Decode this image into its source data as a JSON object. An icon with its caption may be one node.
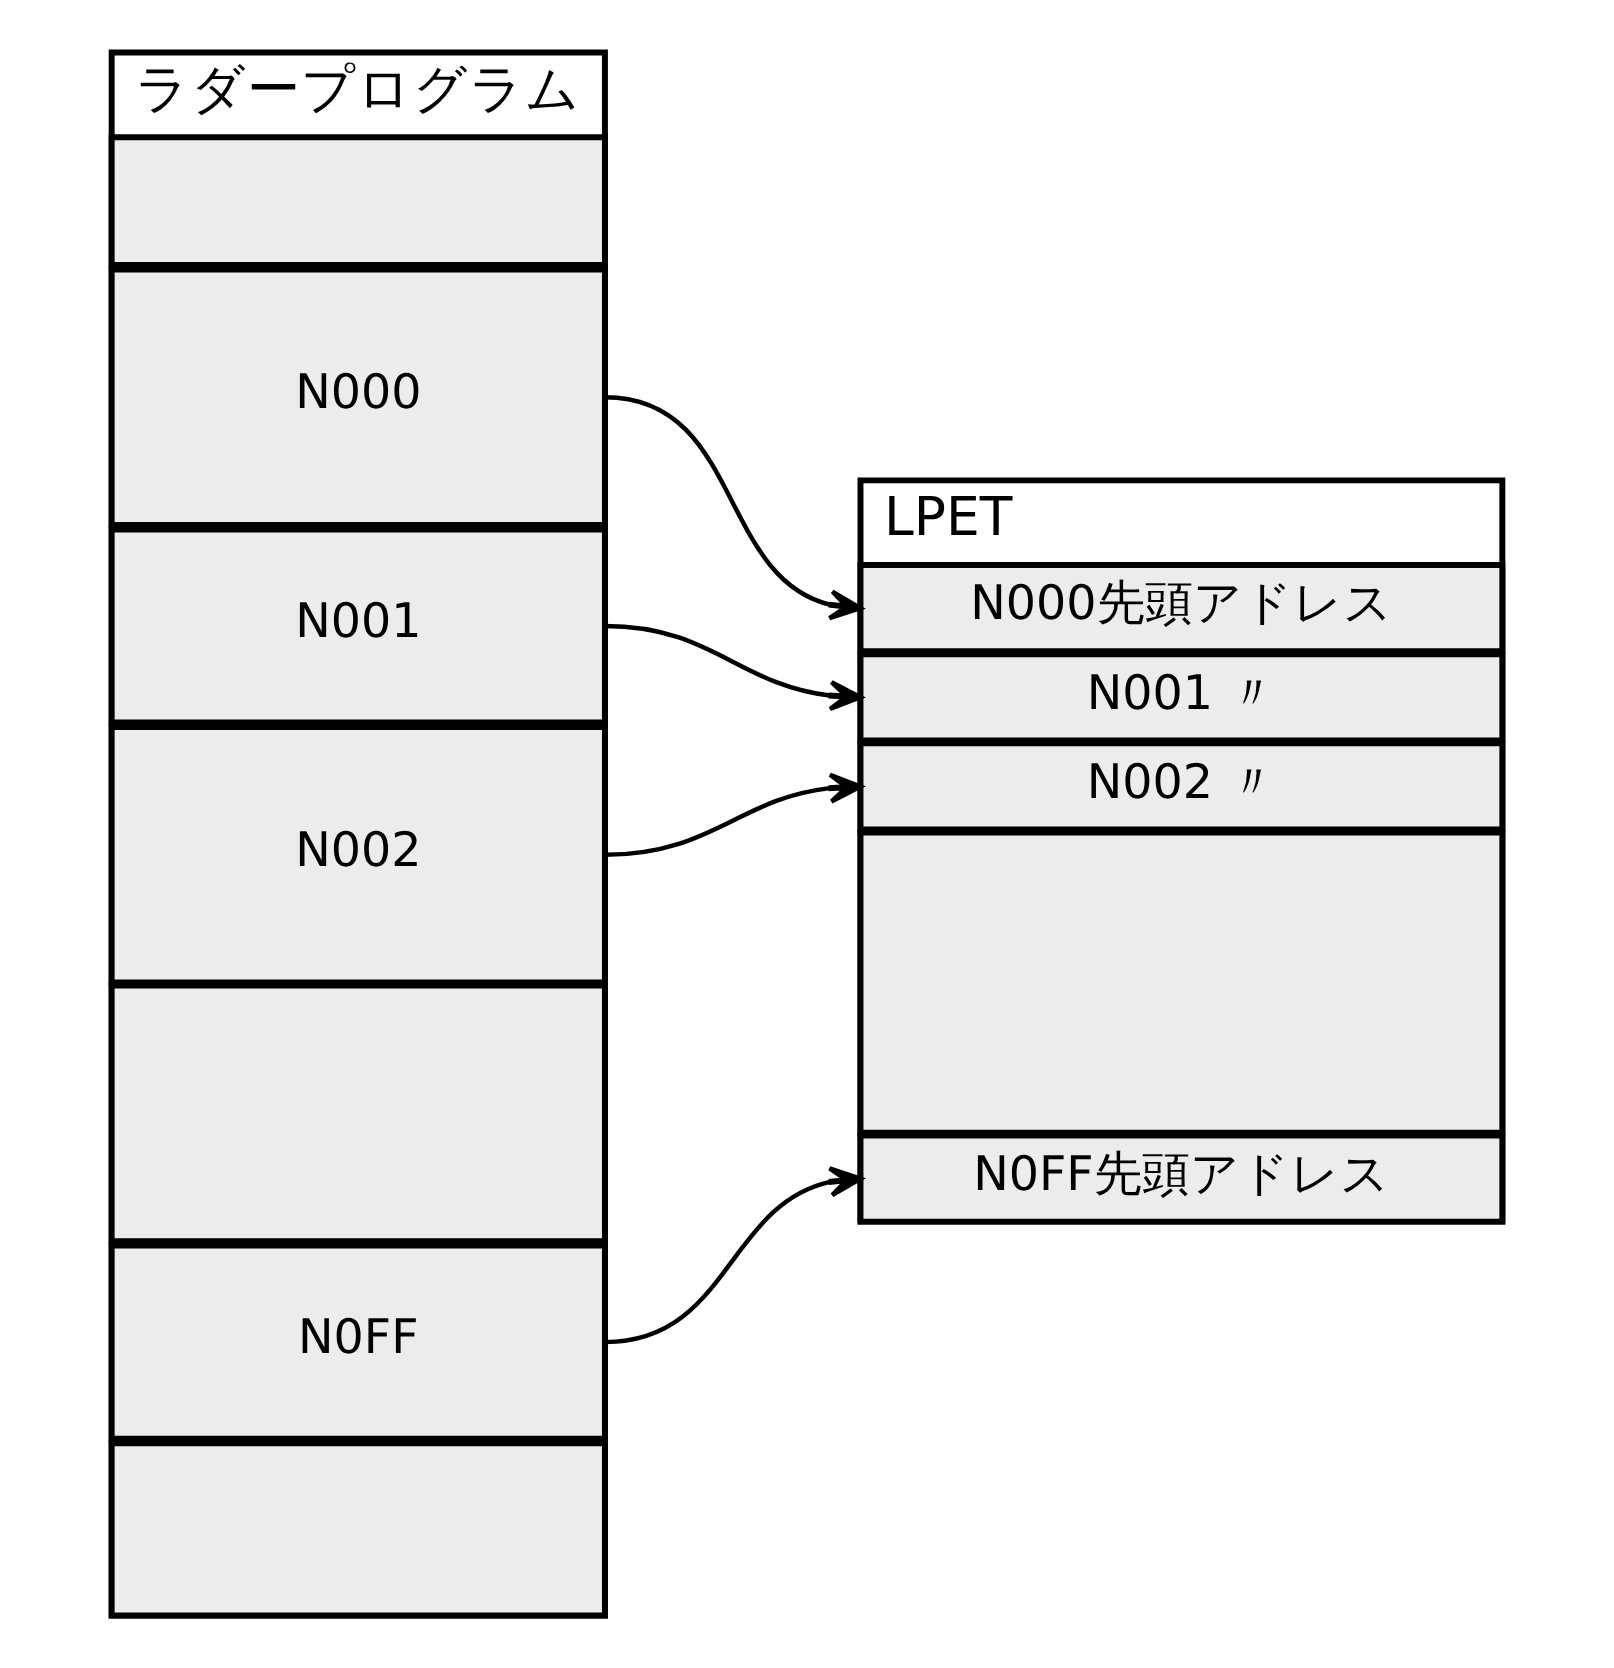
{
  "diagram": {
    "nodes": [
      {
        "text": [
          "ラダープログラム"
        ]
      },
      {
        "text": [],
        "shape": "box",
        "in": 0
      },
      {
        "text": [
          "N000"
        ],
        "in": 0
      },
      {
        "text": [
          "N001"
        ],
        "in": 0
      },
      {
        "text": [
          "N002"
        ],
        "in": 0
      },
      {
        "text": [],
        "shape": "box",
        "in": 0
      },
      {
        "text": [
          "N0FF"
        ],
        "in": 0
      },
      {
        "text": [],
        "shape": "box",
        "in": 0
      },
      {
        "text": [
          "LPET"
        ]
      },
      {
        "text": [
          "N000先頭アドレス"
        ],
        "in": 8
      },
      {
        "text": [
          "N001 〃"
        ],
        "in": 8
      },
      {
        "text": [
          "N002 〃"
        ],
        "in": 8
      },
      {
        "text": [],
        "shape": "box",
        "in": 8
      },
      {
        "text": [
          "N0FF先頭アドレス"
        ],
        "in": 8
      }
    ],
    "edges": [
      {
        "from": 2,
        "to": 9,
        "arrow": "to"
      },
      {
        "from": 3,
        "to": 10,
        "arrow": "to"
      },
      {
        "from": 4,
        "to": 11,
        "arrow": "to"
      },
      {
        "from": 6,
        "to": 13,
        "arrow": "to"
      }
    ]
  }
}
